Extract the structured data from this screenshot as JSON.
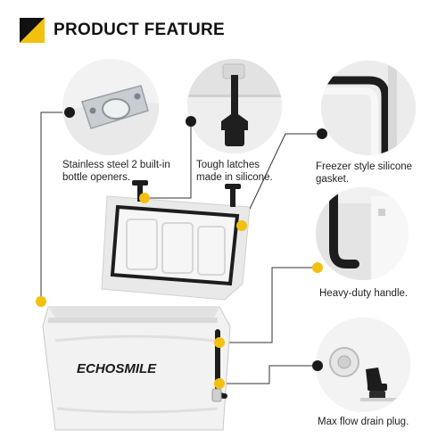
{
  "header": {
    "title": "PRODUCT FEATURE"
  },
  "features": [
    {
      "id": "bottle-opener",
      "caption": [
        "Stainless steel 2 built-in",
        "bottle openers."
      ]
    },
    {
      "id": "latches",
      "caption": [
        "Tough latches",
        "made in silicone."
      ]
    },
    {
      "id": "gasket",
      "caption": [
        "Freezer style silicone",
        "gasket."
      ]
    },
    {
      "id": "handle",
      "caption": [
        "Heavy-duty handle."
      ]
    },
    {
      "id": "drain",
      "caption": [
        "Max flow drain plug."
      ]
    }
  ],
  "product": {
    "brand_logo": "ECHOSMILE"
  },
  "colors": {
    "accent": "#f2c10f",
    "dark": "#1a1a1a",
    "cooler_body": "#f1f2f1",
    "gasket": "#1d1d1d"
  }
}
